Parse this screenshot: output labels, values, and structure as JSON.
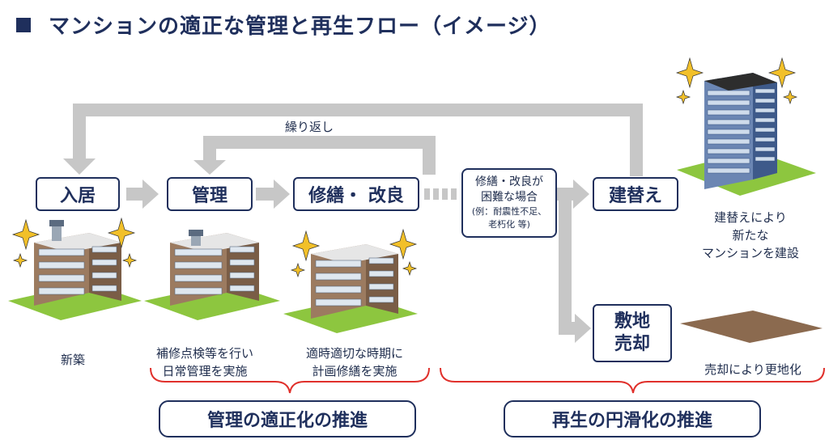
{
  "title": "マンションの適正な管理と再生フロー（イメージ）",
  "loop_label": "繰り返し",
  "stages": {
    "nyukyo": "入居",
    "kanri": "管理",
    "shuzen": "修繕・ 改良",
    "tatekae": "建替え",
    "shikichi_line1": "敷地",
    "shikichi_line2": "売却"
  },
  "condition": {
    "line1": "修繕・改良が",
    "line2": "困難な場合",
    "line3": "(例：耐震性不足、",
    "line4": "老朽化 等)"
  },
  "captions": {
    "shinchiku": "新築",
    "kanri_line1": "補修点検等を行い",
    "kanri_line2": "日常管理を実施",
    "shuzen_line1": "適時適切な時期に",
    "shuzen_line2": "計画修繕を実施",
    "tatekae_line1": "建替えにより",
    "tatekae_line2": "新たな",
    "tatekae_line3": "マンションを建設",
    "baikyaku": "売却により更地化"
  },
  "policies": {
    "left": "管理の適正化の推進",
    "right": "再生の円滑化の推進"
  },
  "colors": {
    "navy": "#1f2f5c",
    "arrow_gray": "#c7c7c7",
    "brace_red": "#e0302b",
    "grass": "#8dc63f",
    "building_brown": "#8c6b52",
    "tower_blue": "#4f6fa0",
    "lot_brown": "#8b6a4f"
  }
}
